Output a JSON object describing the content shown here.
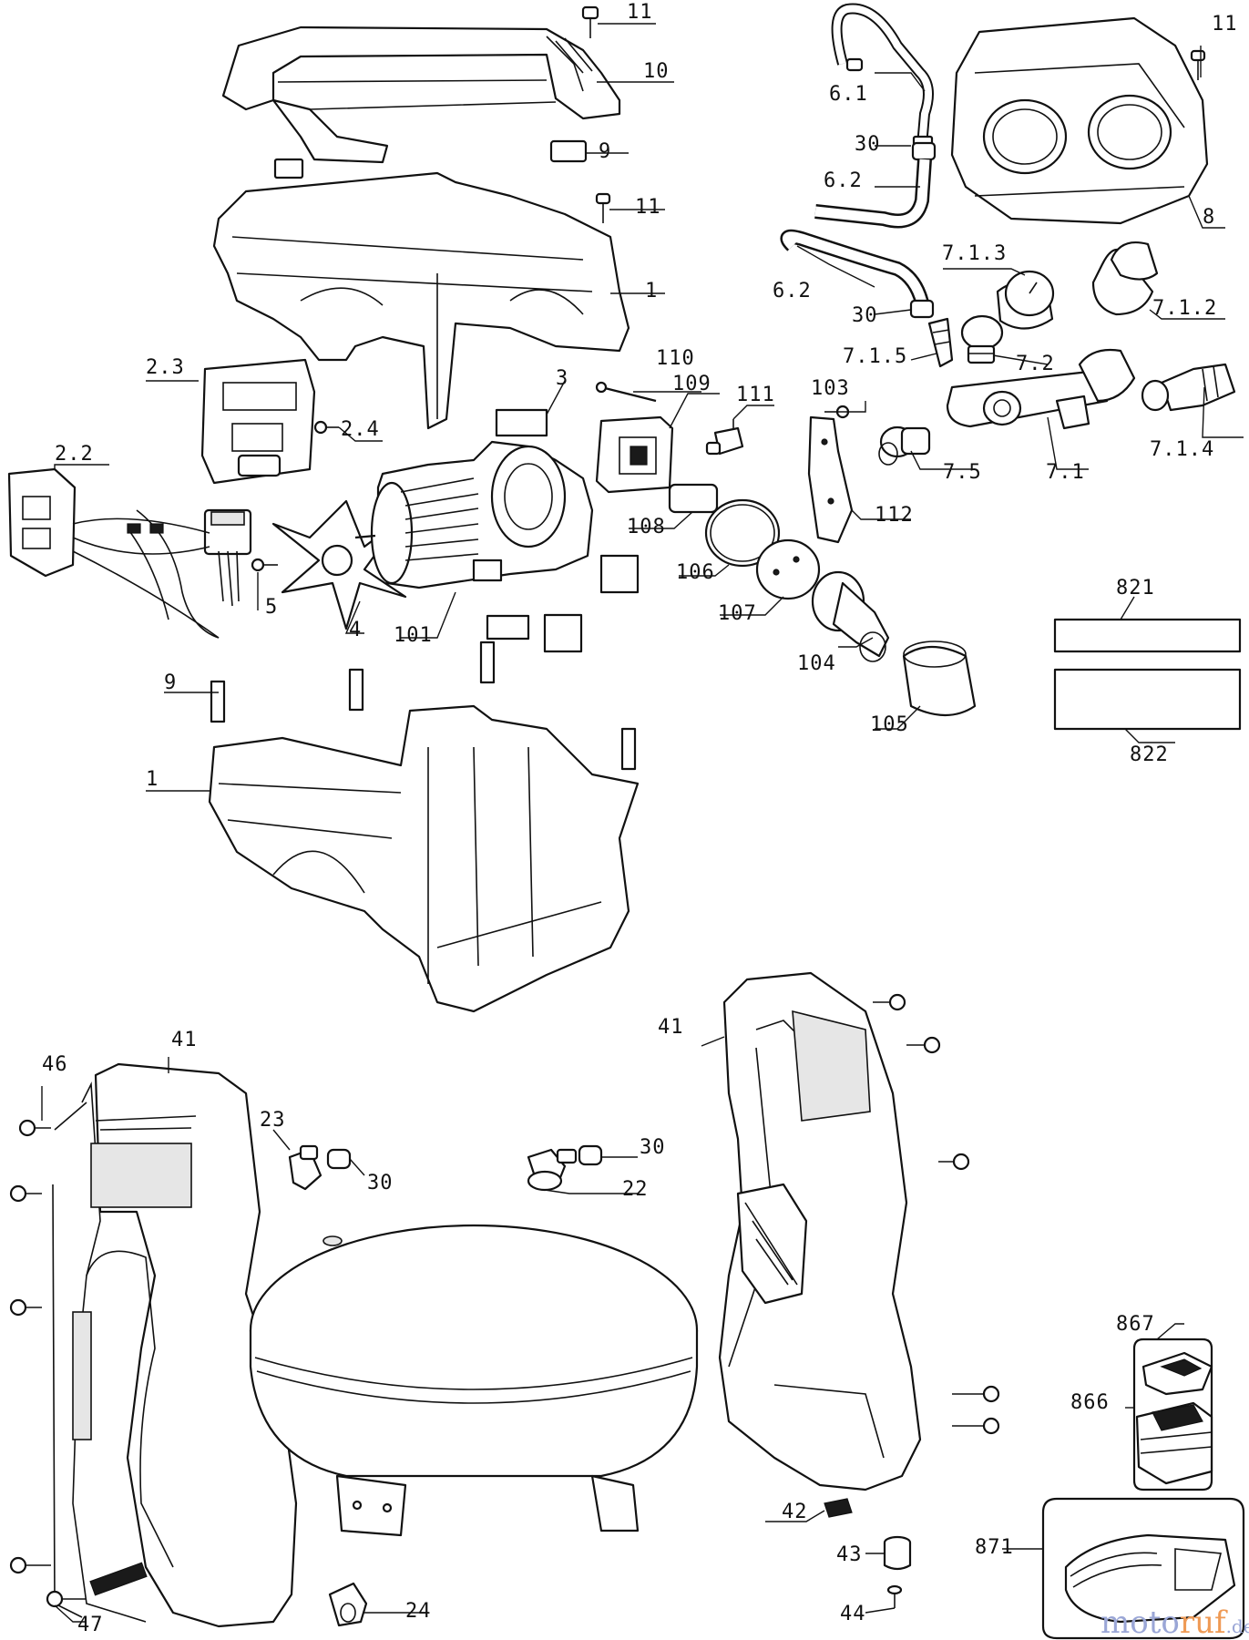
{
  "diagram": {
    "callouts": [
      "11",
      "10",
      "9",
      "11",
      "1",
      "2.3",
      "2.4",
      "3",
      "110",
      "109",
      "111",
      "2.2",
      "5",
      "4",
      "101",
      "108",
      "106",
      "107",
      "9",
      "1",
      "6.1",
      "30",
      "6.2",
      "6.2",
      "30",
      "7.1.3",
      "7.1.5",
      "7.2",
      "7.1.2",
      "11",
      "8",
      "103",
      "7.1.4",
      "7.5",
      "7.1",
      "112",
      "104",
      "105",
      "821",
      "822",
      "46",
      "41",
      "23",
      "30",
      "30",
      "22",
      "41",
      "867",
      "866",
      "42",
      "43",
      "871",
      "44",
      "47",
      "24"
    ],
    "watermark": {
      "part1": "moto",
      "part2": "ruf",
      "part3": ".de"
    }
  }
}
